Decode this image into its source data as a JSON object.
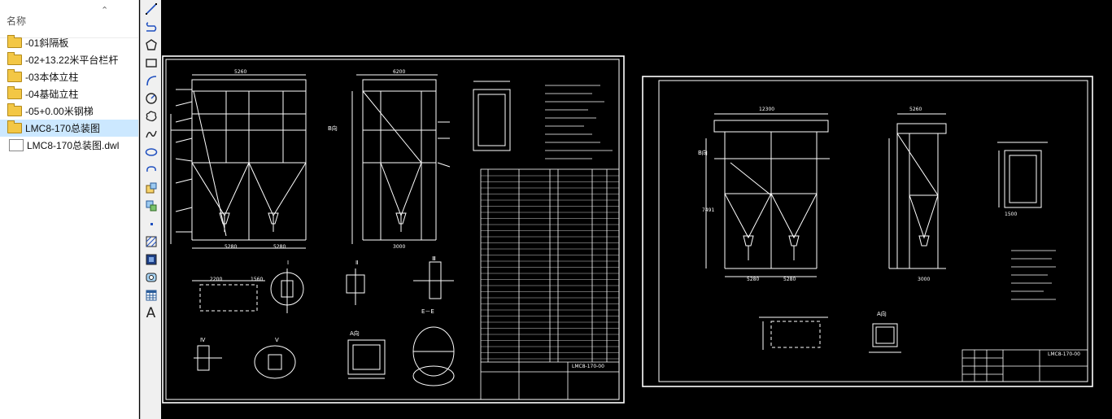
{
  "explorer": {
    "column_header": "名称",
    "items": [
      {
        "name": "-01斜隔板",
        "type": "folder"
      },
      {
        "name": "-02+13.22米平台栏杆",
        "type": "folder"
      },
      {
        "name": "-03本体立柱",
        "type": "folder"
      },
      {
        "name": "-04基础立柱",
        "type": "folder"
      },
      {
        "name": "-05+0.00米钢梯",
        "type": "folder"
      },
      {
        "name": "LMC8-170总装图",
        "type": "folder",
        "selected": true
      },
      {
        "name": "LMC8-170总装图.dwl",
        "type": "file"
      }
    ]
  },
  "toolbar": {
    "tools": [
      "line-tool",
      "polyline-tool",
      "polygon-tool",
      "rectangle-tool",
      "arc-tool",
      "circle-tool",
      "revision-cloud-tool",
      "spline-tool",
      "ellipse-tool",
      "ellipse-arc-tool",
      "insert-block-tool",
      "make-block-tool",
      "point-tool",
      "hatch-tool",
      "gradient-tool",
      "region-tool",
      "table-tool",
      "multiline-text-tool"
    ],
    "text_tool_glyph": "A"
  },
  "drawing": {
    "sheet1": {
      "dims": [
        "5260",
        "6200",
        "5280",
        "5280",
        "3000",
        "2200",
        "1560"
      ],
      "sections": [
        "Ⅰ",
        "Ⅱ",
        "Ⅲ",
        "Ⅳ",
        "Ⅴ",
        "E－E",
        "A向",
        "B向"
      ],
      "title_code": "LMC8-170-00"
    },
    "sheet2": {
      "dims": [
        "12300",
        "5260",
        "5280",
        "5280",
        "3000",
        "7491",
        "1500"
      ],
      "sections": [
        "A向",
        "B向"
      ],
      "title_code": "LMC8-170-00"
    },
    "colors": {
      "background": "#000000",
      "lines": "#ffffff",
      "frame": "#ffffff"
    }
  }
}
